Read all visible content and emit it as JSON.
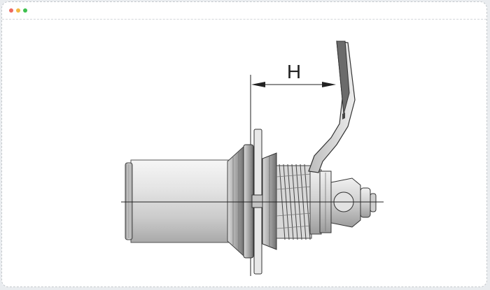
{
  "window": {
    "controls": [
      {
        "name": "close",
        "color": "#ef6a5e"
      },
      {
        "name": "minimize",
        "color": "#f3b842"
      },
      {
        "name": "zoom",
        "color": "#3ec04f"
      }
    ]
  },
  "diagram": {
    "dimension_label": "H"
  }
}
